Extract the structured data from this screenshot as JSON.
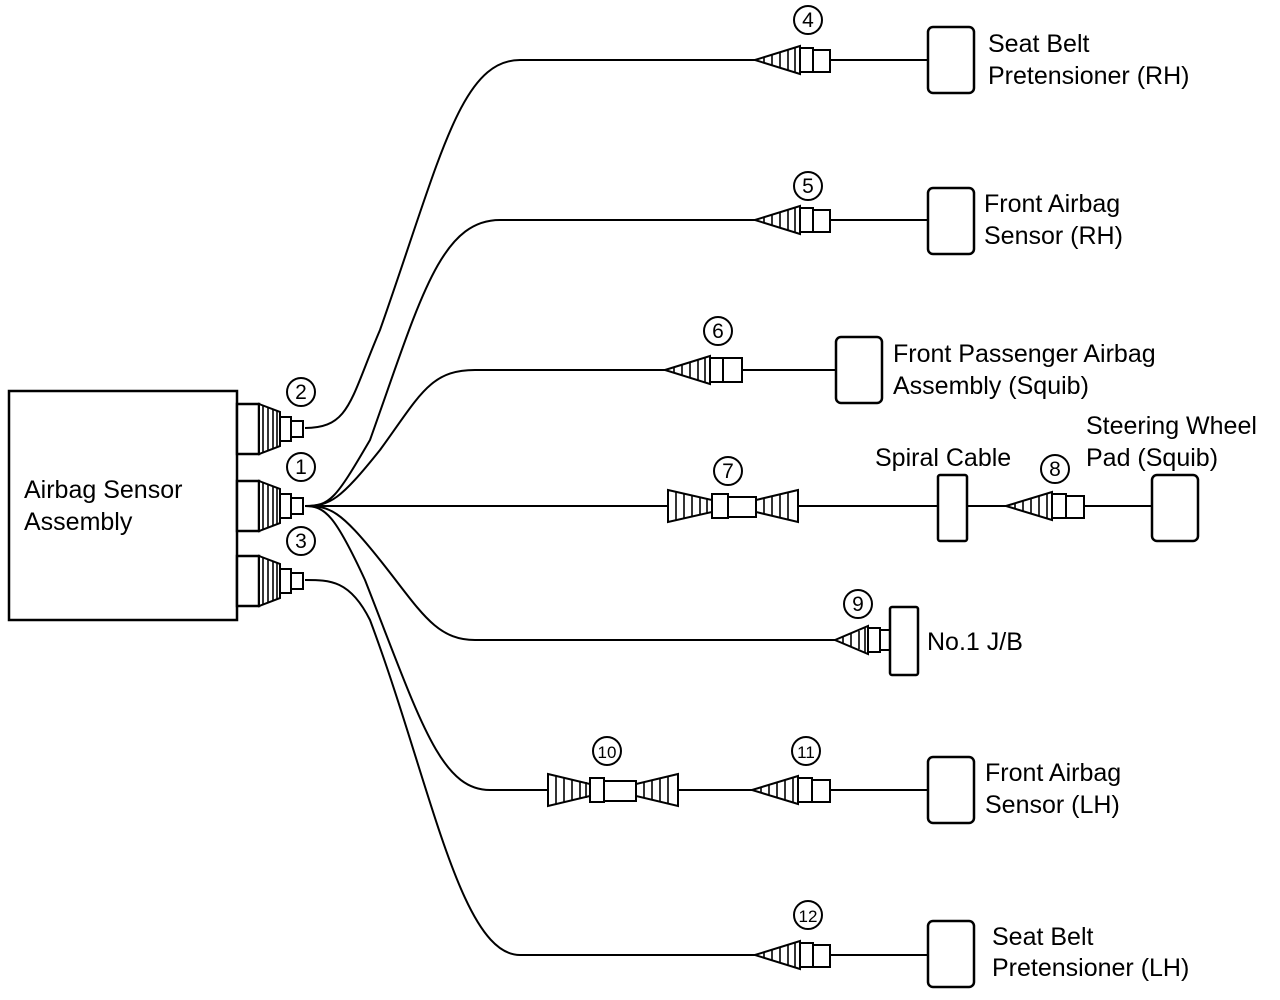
{
  "unit_label": [
    "Airbag Sensor",
    "Assembly"
  ],
  "connectors": [
    "1",
    "2",
    "3",
    "4",
    "5",
    "6",
    "7",
    "8",
    "9",
    "10",
    "11",
    "12"
  ],
  "components": {
    "seat_belt_rh": [
      "Seat Belt",
      "Pretensioner (RH)"
    ],
    "front_airbag_sensor_rh": [
      "Front Airbag",
      "Sensor (RH)"
    ],
    "front_passenger_airbag": [
      "Front Passenger Airbag",
      "Assembly (Squib)"
    ],
    "spiral_cable": "Spiral Cable",
    "steering_wheel_pad": [
      "Steering Wheel",
      "Pad (Squib)"
    ],
    "junction_block": "No.1 J/B",
    "front_airbag_sensor_lh": [
      "Front Airbag",
      "Sensor (LH)"
    ],
    "seat_belt_lh": [
      "Seat Belt",
      "Pretensioner (LH)"
    ]
  }
}
